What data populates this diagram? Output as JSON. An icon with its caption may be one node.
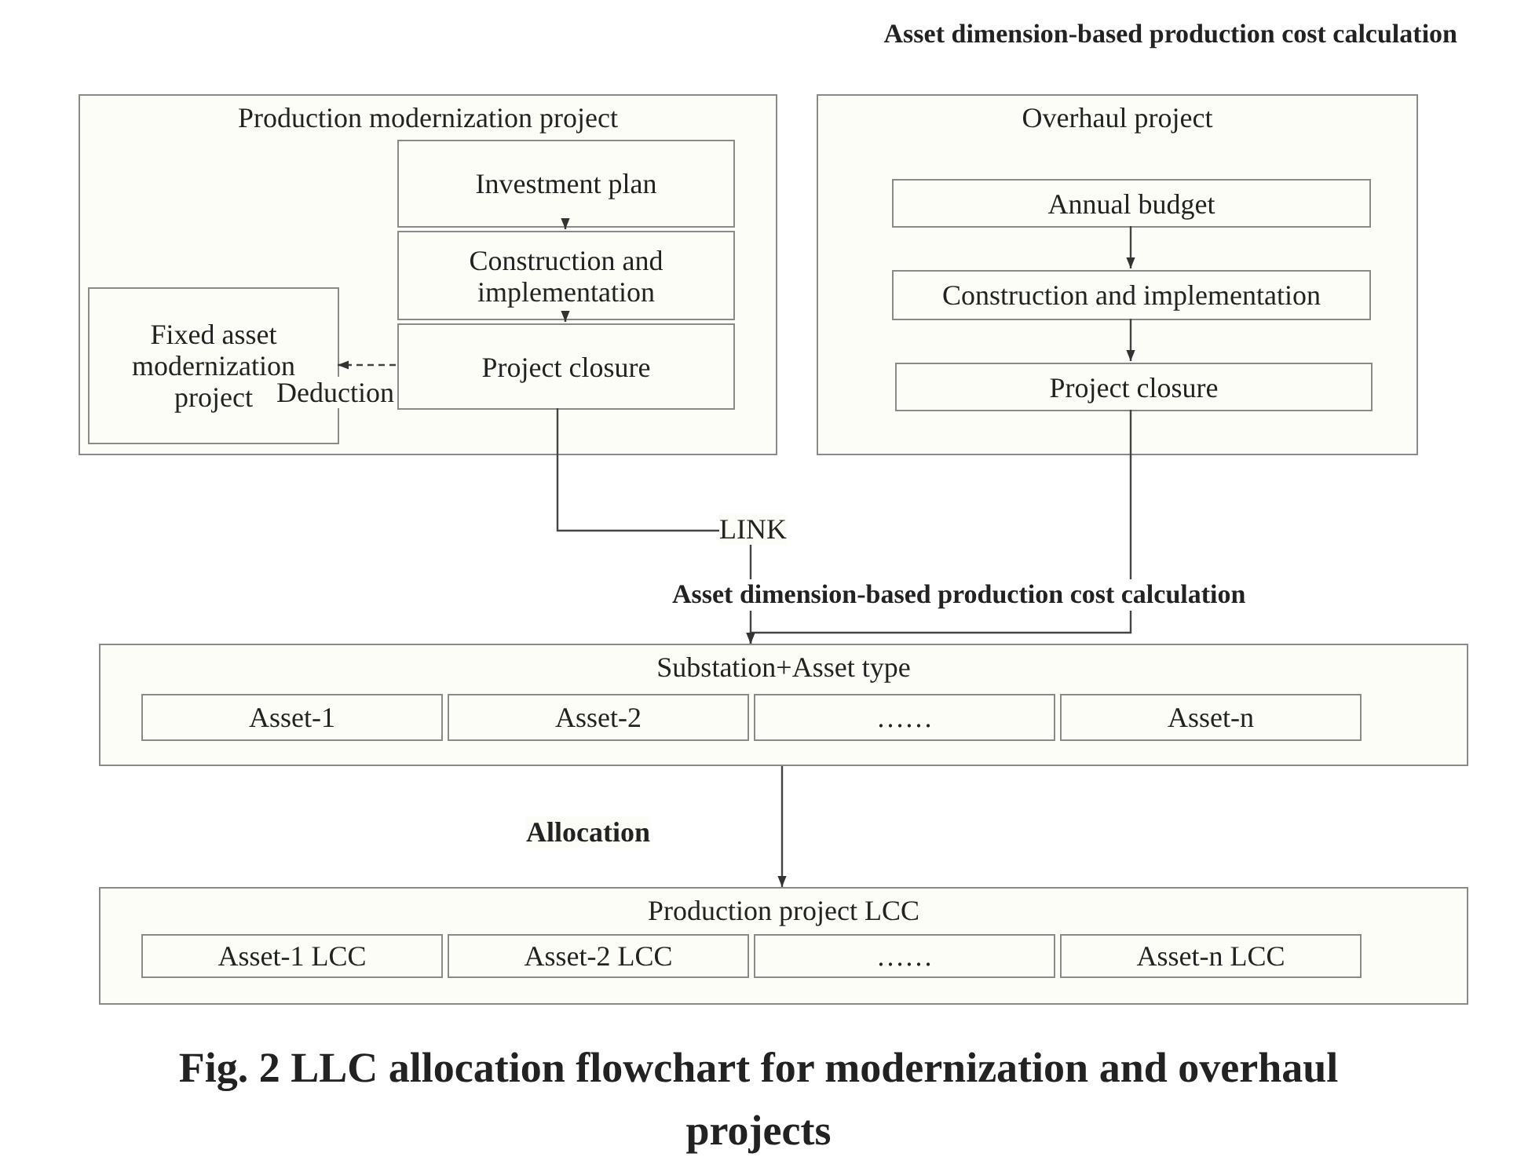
{
  "diagram": {
    "title": "Asset dimension-based production cost calculation",
    "caption": "Fig. 2 LLC allocation flowchart for modernization and overhaul projects",
    "nodes": [
      {
        "text": [
          "Production modernization project"
        ]
      },
      {
        "text": [
          "Investment plan"
        ],
        "in": 0
      },
      {
        "text": [
          "Construction and implementation"
        ],
        "in": 0
      },
      {
        "text": [
          "Project closure"
        ],
        "in": 0
      },
      {
        "text": [
          "Fixed asset modernization project"
        ],
        "in": 0
      },
      {
        "text": [
          "Overhaul project"
        ]
      },
      {
        "text": [
          "Annual budget"
        ],
        "in": 5
      },
      {
        "text": [
          "Construction and implementation"
        ],
        "in": 5
      },
      {
        "text": [
          "Project closure"
        ],
        "in": 5
      },
      {
        "text": [
          "Substation+Asset type"
        ]
      },
      {
        "text": [
          "Asset-1"
        ],
        "in": 9
      },
      {
        "text": [
          "Asset-2"
        ],
        "in": 9
      },
      {
        "text": [
          "……"
        ],
        "in": 9
      },
      {
        "text": [
          "Asset-n"
        ],
        "in": 9
      },
      {
        "text": [
          "Production project LCC"
        ]
      },
      {
        "text": [
          "Asset-1 LCC"
        ],
        "in": 14
      },
      {
        "text": [
          "Asset-2 LCC"
        ],
        "in": 14
      },
      {
        "text": [
          "……"
        ],
        "in": 14
      },
      {
        "text": [
          "Asset-n LCC"
        ],
        "in": 14
      }
    ],
    "edges": [
      {
        "from": 1,
        "to": 2,
        "arrow": "to"
      },
      {
        "from": 2,
        "to": 3,
        "arrow": "to"
      },
      {
        "from": 3,
        "to": 4,
        "arrow": "to",
        "label": "Deduction",
        "style": "dashed"
      },
      {
        "from": 6,
        "to": 7,
        "arrow": "to"
      },
      {
        "from": 7,
        "to": 8,
        "arrow": "to"
      },
      {
        "from": 3,
        "to": 9,
        "arrow": "to",
        "label": "LINK"
      },
      {
        "from": 8,
        "to": 9,
        "arrow": "to"
      },
      {
        "from": 9,
        "to": 14,
        "arrow": "to",
        "label": "Allocation"
      }
    ],
    "labels": [
      "Asset dimension-based production cost calculation"
    ]
  }
}
